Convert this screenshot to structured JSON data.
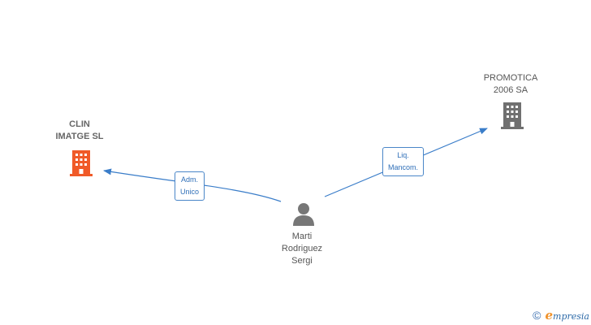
{
  "nodes": {
    "clin_imatge": {
      "lines": [
        "CLIN",
        "IMATGE SL"
      ],
      "kind": "company",
      "highlight": true,
      "color": "#f05a28"
    },
    "promotica": {
      "lines": [
        "PROMOTICA",
        "2006 SA"
      ],
      "kind": "company",
      "highlight": false,
      "color": "#707070"
    },
    "person": {
      "lines": [
        "Marti",
        "Rodriguez",
        "Sergi"
      ],
      "kind": "person",
      "color": "#777777"
    }
  },
  "edges": [
    {
      "from": "person",
      "to": "clin_imatge",
      "lines": [
        "Adm.",
        "Unico"
      ]
    },
    {
      "from": "person",
      "to": "promotica",
      "lines": [
        "Liq.",
        "Mancom."
      ]
    }
  ],
  "footer": {
    "copyright_symbol": "©",
    "brand_initial": "e",
    "brand_rest": "mpresia"
  },
  "colors": {
    "edge": "#3a7dc9",
    "edge_label_border": "#4a86c8"
  }
}
